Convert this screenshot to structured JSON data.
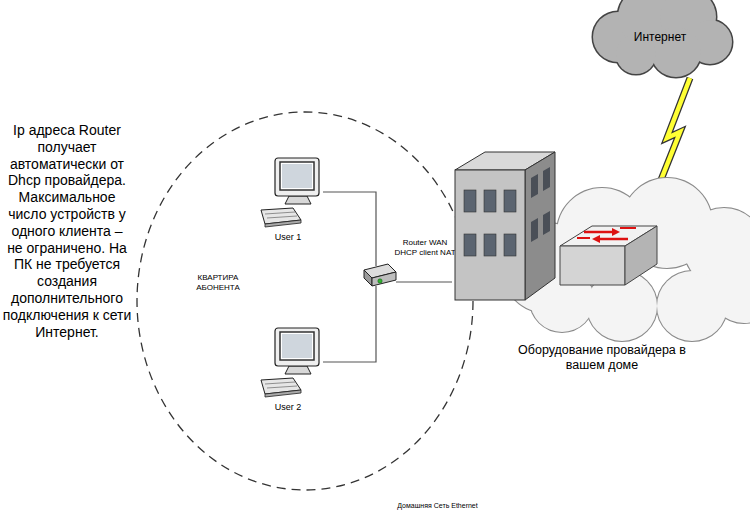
{
  "diagram": {
    "caption": "Домашняя Сеть Ethernet",
    "nodes": [
      {
        "text": [
          "Интернет"
        ]
      },
      {
        "text": [
          "КВАРТИРА АБОНЕНТА"
        ]
      },
      {
        "text": [
          "User 1"
        ],
        "in": 1
      },
      {
        "text": [
          "Router WAN DHCP client NAT"
        ],
        "in": 1
      },
      {
        "text": [
          "User 2"
        ],
        "in": 1
      },
      {
        "text": [
          "Оборудование провайдера в вашем доме"
        ]
      }
    ],
    "edges": [
      {
        "from": 2,
        "to": 3,
        "arrow": "none"
      },
      {
        "from": 4,
        "to": 3,
        "arrow": "none"
      },
      {
        "from": 3,
        "to": 5,
        "arrow": "none"
      },
      {
        "from": 5,
        "to": 0,
        "arrow": "none"
      }
    ],
    "labels": [
      "Ip адреса Router получает автоматически от Dhcp провайдера. Максимальное число устройств у одного клиента – не ограничено. На ПК не требуется создания дополнительного подключения к сети Интернет."
    ]
  }
}
